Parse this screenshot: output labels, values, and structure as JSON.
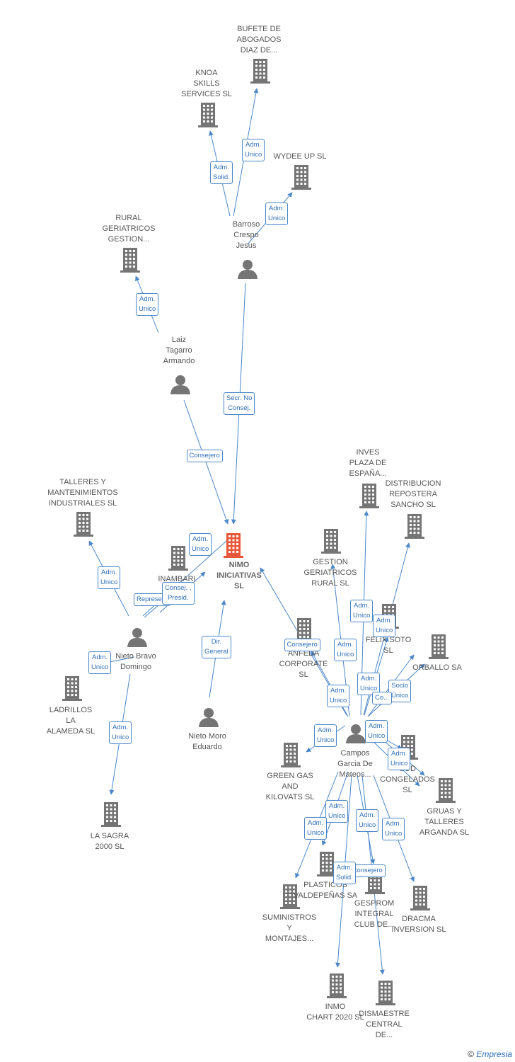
{
  "colors": {
    "company": "#757575",
    "center": "#e8573a",
    "person": "#757575",
    "edge": "#4a86c8"
  },
  "nodes": [
    {
      "id": "bufete",
      "label": "BUFETE DE\nABOGADOS\nDIAZ DE...",
      "type": "company"
    },
    {
      "id": "knoa",
      "label": "KNOA\nSKILLS\nSERVICES SL",
      "type": "company"
    },
    {
      "id": "wydee",
      "label": "WYDEE UP  SL",
      "type": "company"
    },
    {
      "id": "rural",
      "label": "RURAL\nGERIATRICOS\nGESTION...",
      "type": "company"
    },
    {
      "id": "barroso",
      "label": "Barroso\nCrespo\nJesus",
      "type": "person"
    },
    {
      "id": "laiz",
      "label": "Laiz\nTagarro\nArmando",
      "type": "person"
    },
    {
      "id": "talleres",
      "label": "TALLERES Y\nMANTENIMIENTOS\nINDUSTRIALES SL",
      "type": "company"
    },
    {
      "id": "nimo",
      "label": "NIMO\nINICIATIVAS\nSL",
      "type": "center"
    },
    {
      "id": "inambari",
      "label": "INAMBARI",
      "type": "company"
    },
    {
      "id": "nietobravo",
      "label": "Nieto Bravo\nDomingo",
      "type": "person"
    },
    {
      "id": "ladrillos",
      "label": "LADRILLOS\nLA\nALAMEDA SL",
      "type": "company"
    },
    {
      "id": "lasagra",
      "label": "LA SAGRA\n2000 SL",
      "type": "company"
    },
    {
      "id": "nietomoro",
      "label": "Nieto Moro\nEduardo",
      "type": "person"
    },
    {
      "id": "inves",
      "label": "INVES\nPLAZA DE\nESPAÑA...",
      "type": "company"
    },
    {
      "id": "distribucion",
      "label": "DISTRIBUCION\nREPOSTERA\nSANCHO  SL",
      "type": "company"
    },
    {
      "id": "gestion",
      "label": "GESTION\nGERIATRICOS\nRURAL  SL",
      "type": "company"
    },
    {
      "id": "anfeda",
      "label": "ANFEDA\nCORPORATE\nSL",
      "type": "company"
    },
    {
      "id": "felixsoto",
      "label": "FELIX SOTO\nSL",
      "type": "company"
    },
    {
      "id": "orballo",
      "label": "ORBALLO SA",
      "type": "company"
    },
    {
      "id": "campos",
      "label": "Campos\nGarcia De\nMateos...",
      "type": "person"
    },
    {
      "id": "greengas",
      "label": "GREEN GAS\nAND\nKILOVATS  SL",
      "type": "company"
    },
    {
      "id": "congelados",
      "label": "SOD\nCONGELADOS\nSL",
      "type": "company"
    },
    {
      "id": "gruas",
      "label": "GRUAS Y\nTALLERES\nARGANDA  SL",
      "type": "company"
    },
    {
      "id": "plasticos",
      "label": "PLASTICOS\nVALDEPEÑAS SA",
      "type": "company"
    },
    {
      "id": "gesprom",
      "label": "GESPROM\nINTEGRAL\nCLUB DE...",
      "type": "company"
    },
    {
      "id": "dracma",
      "label": "DRACMA\nINVERSION  SL",
      "type": "company"
    },
    {
      "id": "suministros",
      "label": "SUMINISTROS\nY\nMONTAJES...",
      "type": "company"
    },
    {
      "id": "inmo",
      "label": "INMO\nCHART 2020 SL",
      "type": "company"
    },
    {
      "id": "dismaestre",
      "label": "DISMAESTRE\nCENTRAL\nDE...",
      "type": "company"
    }
  ],
  "edges": [
    {
      "from": "barroso",
      "to": "bufete",
      "label": "Adm.\nUnico"
    },
    {
      "from": "barroso",
      "to": "knoa",
      "label": "Adm.\nSolid."
    },
    {
      "from": "barroso",
      "to": "wydee",
      "label": "Adm.\nUnico"
    },
    {
      "from": "barroso",
      "to": "nimo",
      "label": "Secr.  No\nConsej."
    },
    {
      "from": "laiz",
      "to": "rural",
      "label": "Adm.\nUnico"
    },
    {
      "from": "laiz",
      "to": "nimo",
      "label": "Consejero"
    },
    {
      "from": "nietobravo",
      "to": "talleres",
      "label": "Adm.\nUnico"
    },
    {
      "from": "nietobravo",
      "to": "nimo",
      "label": "Adm.\nUnico"
    },
    {
      "from": "nietobravo",
      "to": "inambari",
      "label": "Represe..."
    },
    {
      "from": "nietobravo",
      "to": "nimo",
      "label": "Consej. ,\nPresid."
    },
    {
      "from": "nietobravo",
      "to": "ladrillos",
      "label": "Adm.\nUnico"
    },
    {
      "from": "nietobravo",
      "to": "lasagra",
      "label": "Adm.\nUnico"
    },
    {
      "from": "nietomoro",
      "to": "nimo",
      "label": "Dir.\nGeneral"
    },
    {
      "from": "campos",
      "to": "nimo",
      "label": "Consejero"
    },
    {
      "from": "campos",
      "to": "inves",
      "label": "Adm.\nUnico"
    },
    {
      "from": "campos",
      "to": "distribucion",
      "label": "Adm.\nUnico"
    },
    {
      "from": "campos",
      "to": "gestion",
      "label": "Adm.\nUnico"
    },
    {
      "from": "campos",
      "to": "anfeda",
      "label": "Adm.\nUnico"
    },
    {
      "from": "campos",
      "to": "felixsoto",
      "label": "Adm.\nUnico"
    },
    {
      "from": "campos",
      "to": "orballo",
      "label": "Socio\nÚnico"
    },
    {
      "from": "campos",
      "to": "orballo",
      "label": "Co..."
    },
    {
      "from": "campos",
      "to": "greengas",
      "label": "Adm.\nUnico"
    },
    {
      "from": "campos",
      "to": "congelados",
      "label": "Adm.\nUnico"
    },
    {
      "from": "campos",
      "to": "congelados",
      "label": "Adm.\nUnico"
    },
    {
      "from": "campos",
      "to": "gruas",
      "label": "Adm.\nUnico"
    },
    {
      "from": "campos",
      "to": "plasticos",
      "label": "Adm.\nUnico"
    },
    {
      "from": "campos",
      "to": "gesprom",
      "label": "Consejero"
    },
    {
      "from": "campos",
      "to": "dracma",
      "label": "Adm.\nUnico"
    },
    {
      "from": "campos",
      "to": "suministros",
      "label": "Adm.\nUnico"
    },
    {
      "from": "campos",
      "to": "inmo",
      "label": "Adm.\nSolid."
    },
    {
      "from": "campos",
      "to": "dismaestre",
      "label": "Adm.\nUnico"
    }
  ],
  "footer": {
    "copyright": "©",
    "brand": "Empresia"
  }
}
